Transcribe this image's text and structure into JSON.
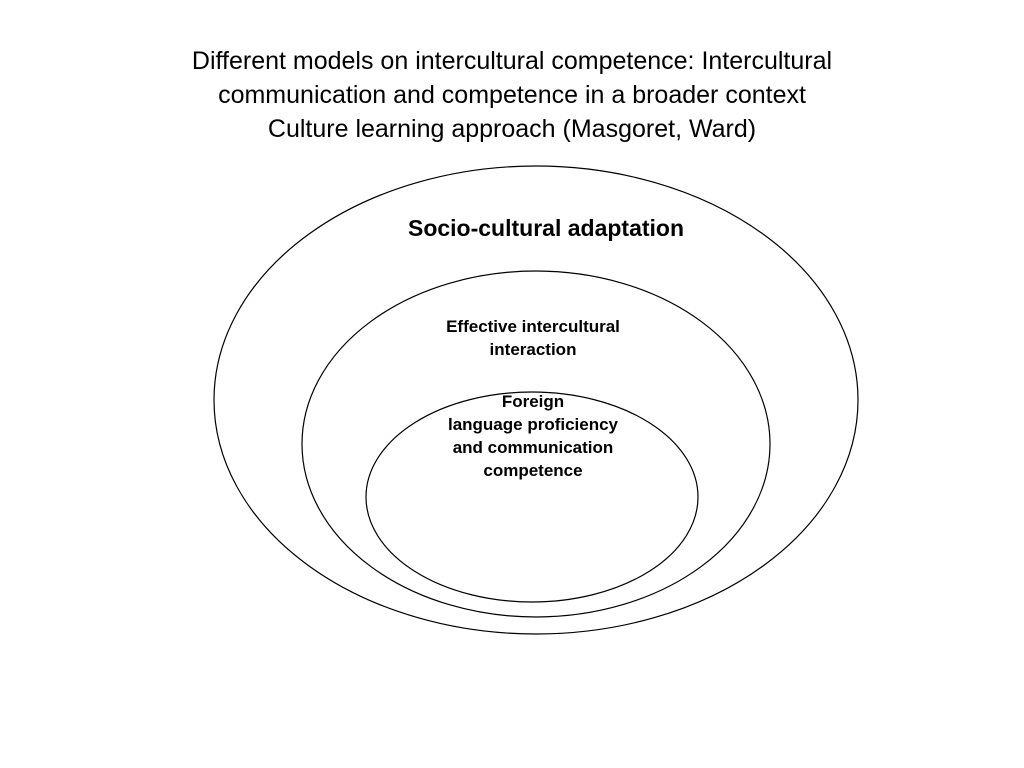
{
  "title": {
    "line1": "Different models on intercultural competence: Intercultural",
    "line2": "communication and competence in a broader context",
    "line3": "Culture learning approach (Masgoret, Ward)"
  },
  "diagram": {
    "outer_ring": {
      "label": "Socio-cultural adaptation"
    },
    "middle_ring": {
      "label_line1": "Effective intercultural",
      "label_line2": "interaction"
    },
    "inner_ring": {
      "label_line1": "Foreign",
      "label_line2": "language proficiency",
      "label_line3": "and communication",
      "label_line4": "competence"
    },
    "stroke_color": "#000000"
  }
}
